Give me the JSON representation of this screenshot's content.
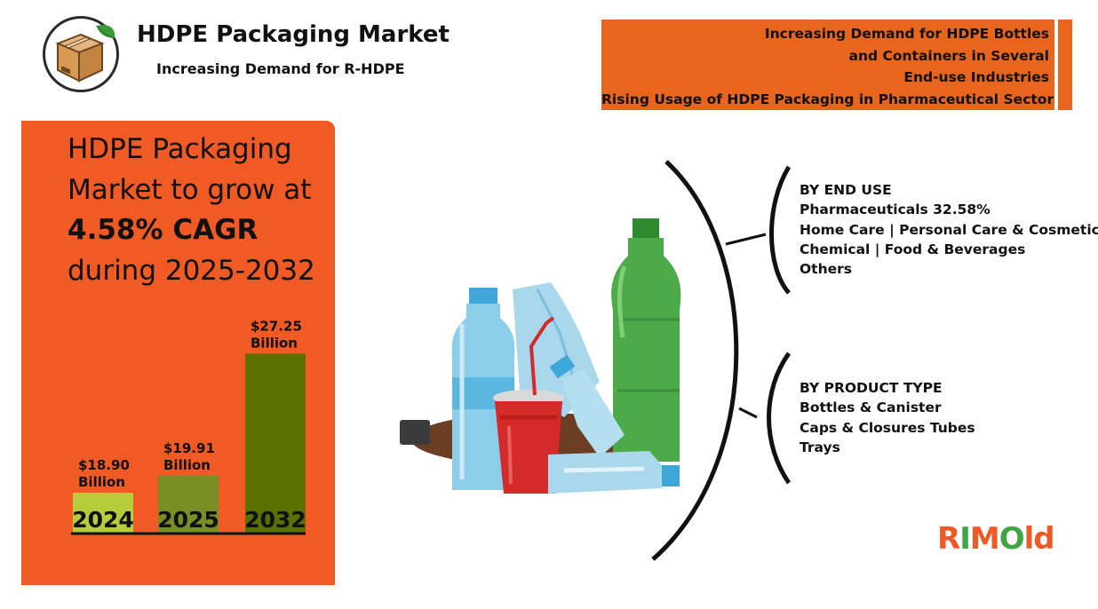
{
  "header": {
    "title": "HDPE Packaging Market",
    "subtitle": "Increasing Demand for R-HDPE"
  },
  "drivers": [
    "Increasing Demand for HDPE Bottles",
    "and Containers in Several",
    "End-use Industries",
    "Rising Usage of HDPE Packaging in Pharmaceutical Sector"
  ],
  "headline": {
    "line1": "HDPE Packaging",
    "line2": "Market to grow at",
    "line3": "4.58% CAGR",
    "line4": "during 2025-2032"
  },
  "chart_data": {
    "type": "bar",
    "categories": [
      "2024",
      "2025",
      "2032"
    ],
    "values": [
      18.9,
      19.91,
      27.25
    ],
    "value_labels": [
      "$18.90",
      "$19.91",
      "$27.25"
    ],
    "unit_label": "Billion",
    "colors": [
      "#b5cc3b",
      "#7a8e26",
      "#5a7000"
    ],
    "ylim": [
      16.5,
      28.5
    ],
    "title": "",
    "xlabel": "",
    "ylabel": ""
  },
  "segments": {
    "end_use": {
      "title": "BY END USE",
      "items": [
        "Pharmaceuticals 32.58%",
        "Home Care | Personal Care & Cosmetics",
        "Chemical | Food & Beverages",
        "Others"
      ]
    },
    "product_type": {
      "title": "BY PRODUCT TYPE",
      "items": [
        "Bottles & Canister",
        "Caps & Closures Tubes",
        "Trays"
      ]
    }
  },
  "brand": {
    "name": "RIMOLD",
    "parts": [
      "R",
      "I",
      "M",
      "O",
      "ld"
    ],
    "colors": {
      "orange": "#ef5a24",
      "green": "#3ea544"
    }
  },
  "colors": {
    "accent": "#e8651e",
    "panel": "#f05a24"
  },
  "icons": {
    "logo": "cardboard-box-leaf-icon",
    "illustration": "plastic-bottles-cup-illustration"
  }
}
